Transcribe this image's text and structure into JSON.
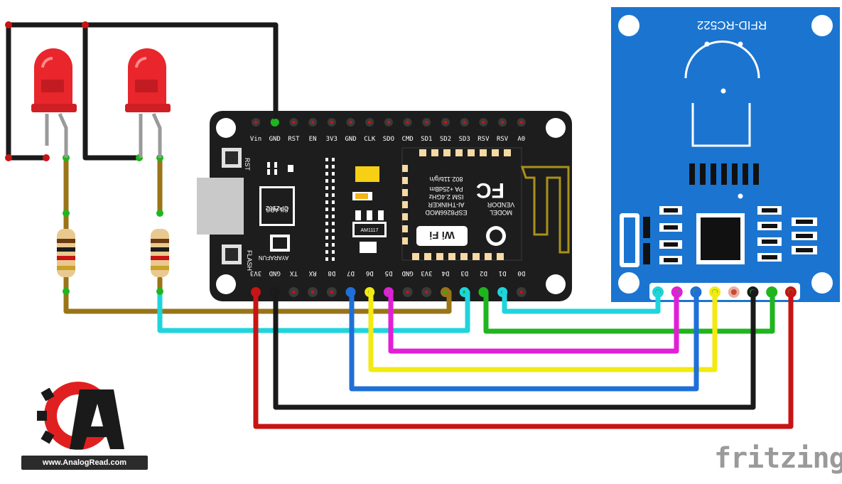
{
  "board": {
    "top_pins": [
      "Vin",
      "GND",
      "RST",
      "EN",
      "3V3",
      "GND",
      "CLK",
      "SDO",
      "CMD",
      "SD1",
      "SD2",
      "SD3",
      "RSV",
      "RSV",
      "A0"
    ],
    "bottom_pins": [
      "3V3",
      "GND",
      "TX",
      "RX",
      "D8",
      "D7",
      "D6",
      "D5",
      "GND",
      "3V3",
      "D4",
      "D3",
      "D2",
      "D1",
      "D0"
    ],
    "rst_label": "RST",
    "flash_label": "FLASH",
    "usb_chip_line1": "CP2102",
    "usb_chip_line2": "SILABS",
    "maker": "AYARAFUN",
    "regulator": "AM1117",
    "module_model": "MODEL",
    "module_vendor": "VENDOR",
    "module_id": "ESP8266MOD",
    "module_vendor_name": "AI-THINKER",
    "module_freq": "ISM 2.4GHz",
    "module_power": "PA +25dBm",
    "module_std": "802.11b/g/n",
    "fc_mark": "FC",
    "wifi_mark": "Wi Fi"
  },
  "rfid": {
    "title": "RFID-RC522"
  },
  "branding": {
    "logo_letter": "A",
    "logo_url": "www.AnalogRead.com",
    "fritzing": "fritzing"
  },
  "colors": {
    "board": "#1d1d1d",
    "rfid_board": "#1b75d0",
    "wire_black": "#1a1a1a",
    "wire_brown": "#9a7418",
    "wire_cyan": "#1fd4dc",
    "wire_green": "#1fb51f",
    "wire_magenta": "#e11fd6",
    "wire_yellow": "#f2ea12",
    "wire_blue": "#1f6fd8",
    "wire_red": "#c81414",
    "led_red": "#e8262c"
  }
}
